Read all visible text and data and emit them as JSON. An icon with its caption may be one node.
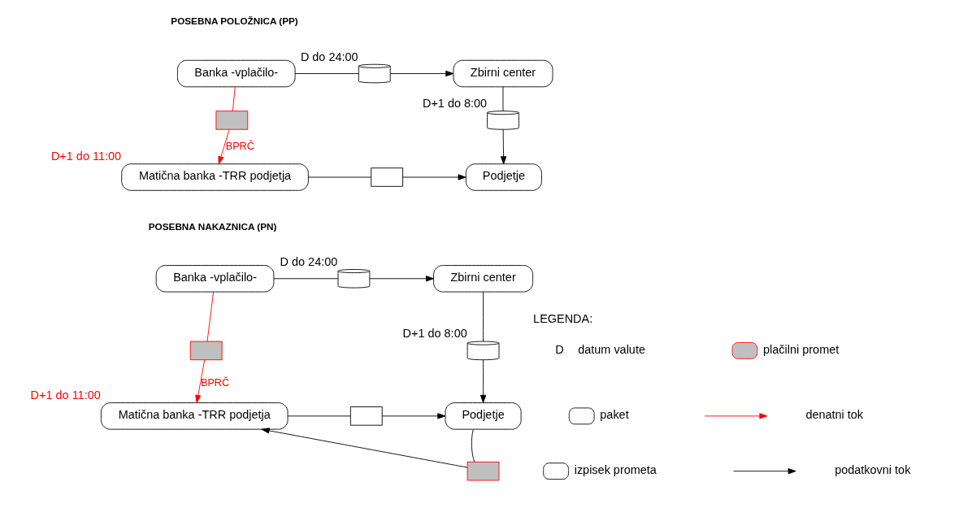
{
  "diagram": {
    "nodes": [
      {
        "text": [
          "Banka -vplačilo-"
        ]
      },
      {
        "text": [],
        "shape": "cylinder",
        "beside": [
          "D do 24:00"
        ]
      },
      {
        "text": [
          "Zbirni center"
        ]
      },
      {
        "text": [],
        "shape": "cylinder",
        "beside": [
          "D+1 do 8:00"
        ]
      },
      {
        "text": [],
        "shape": "document"
      },
      {
        "text": [
          "Matična banka -TRR podjetja"
        ],
        "beside": [
          "D+1 do 11:00"
        ]
      },
      {
        "text": [],
        "shape": "document"
      },
      {
        "text": [
          "Podjetje"
        ]
      },
      {
        "text": [
          "Banka -vplačilo-"
        ]
      },
      {
        "text": [],
        "shape": "cylinder",
        "beside": [
          "D do 24:00"
        ]
      },
      {
        "text": [
          "Zbirni center"
        ]
      },
      {
        "text": [],
        "shape": "cylinder",
        "beside": [
          "D+1 do 8:00"
        ]
      },
      {
        "text": [],
        "shape": "document"
      },
      {
        "text": [
          "Matična banka -TRR podjetja"
        ],
        "beside": [
          "D+1 do 11:00"
        ]
      },
      {
        "text": [],
        "shape": "document"
      },
      {
        "text": [
          "Podjetje"
        ]
      },
      {
        "text": [],
        "shape": "document"
      }
    ],
    "edges": [
      {
        "from": 0,
        "to": 1,
        "arrow": "none"
      },
      {
        "from": 1,
        "to": 2,
        "arrow": "to"
      },
      {
        "from": 2,
        "to": 3,
        "arrow": "none"
      },
      {
        "from": 3,
        "to": 7,
        "arrow": "to"
      },
      {
        "from": 0,
        "to": 4,
        "arrow": "none",
        "color": "#ff0000"
      },
      {
        "from": 4,
        "to": 5,
        "arrow": "to",
        "label": "BPRČ",
        "color": "#ff0000"
      },
      {
        "from": 5,
        "to": 6,
        "arrow": "none"
      },
      {
        "from": 6,
        "to": 7,
        "arrow": "to"
      },
      {
        "from": 8,
        "to": 9,
        "arrow": "none"
      },
      {
        "from": 9,
        "to": 10,
        "arrow": "to"
      },
      {
        "from": 10,
        "to": 11,
        "arrow": "none"
      },
      {
        "from": 11,
        "to": 15,
        "arrow": "to"
      },
      {
        "from": 8,
        "to": 12,
        "arrow": "none",
        "color": "#ff0000"
      },
      {
        "from": 12,
        "to": 13,
        "arrow": "to",
        "label": "BPRČ",
        "color": "#ff0000"
      },
      {
        "from": 13,
        "to": 14,
        "arrow": "none"
      },
      {
        "from": 14,
        "to": 15,
        "arrow": "to"
      },
      {
        "from": 15,
        "to": 16,
        "arrow": "none"
      },
      {
        "from": 16,
        "to": 13,
        "arrow": "to"
      }
    ],
    "labels": [
      "POSEBNA POLOŽNICA (PP)",
      "POSEBNA NAKAZNICA (PN)",
      "LEGENDA:",
      "D"
    ],
    "legend": [
      {
        "text": "datum valute"
      },
      {
        "text": "paket"
      },
      {
        "text": "izpisek prometa"
      },
      {
        "text": "plačilni promet"
      },
      {
        "text": "denatni tok"
      },
      {
        "text": "podatkovni tok"
      }
    ]
  }
}
